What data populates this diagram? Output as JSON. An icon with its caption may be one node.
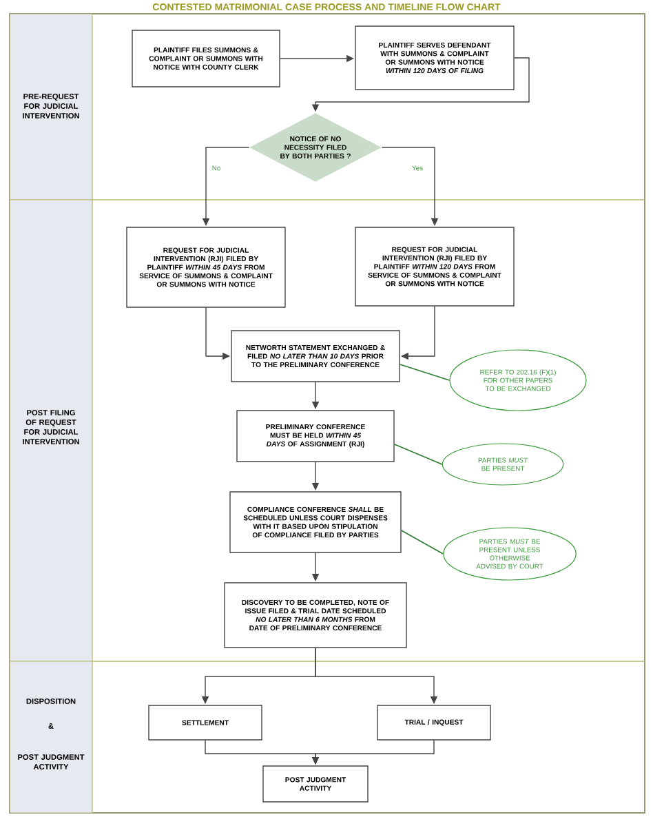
{
  "diagram": {
    "title": "CONTESTED MATRIMONIAL CASE PROCESS AND TIMELINE FLOW CHART",
    "nodes": [
      {
        "text": [
          "PRE-REQUEST FOR JUDICIAL INTERVENTION"
        ]
      },
      {
        "text": [
          "PLAINTIFF FILES SUMMONS & COMPLAINT OR SUMMONS WITH NOTICE WITH COUNTY CLERK"
        ],
        "in": 0
      },
      {
        "text": [
          "PLAINTIFF SERVES DEFENDANT WITH SUMMONS & COMPLAINT OR SUMMONS WITH NOTICE *WITHIN 120 DAYS OF FILING*"
        ],
        "in": 0
      },
      {
        "text": [
          "NOTICE OF NO NECESSITY FILED BY BOTH PARTIES ?"
        ],
        "in": 0
      },
      {
        "text": [
          "POST FILING OF REQUEST FOR JUDICIAL INTERVENTION"
        ]
      },
      {
        "text": [
          "REQUEST FOR JUDICIAL INTERVENTION (RJI) FILED BY PLAINTIFF *WITHIN 45 DAYS* FROM SERVICE OF SUMMONS & COMPLAINT OR SUMMONS WITH NOTICE"
        ],
        "in": 4
      },
      {
        "text": [
          "REQUEST FOR JUDICIAL INTERVENTION (RJI) FILED BY PLAINTIFF *WITHIN 120 DAYS* FROM SERVICE OF SUMMONS & COMPLAINT OR SUMMONS WITH NOTICE"
        ],
        "in": 4
      },
      {
        "text": [
          "NETWORTH STATEMENT EXCHANGED & FILED *NO LATER THAN 10 DAYS* PRIOR TO THE PRELIMINARY CONFERENCE"
        ],
        "in": 4
      },
      {
        "text": [
          "REFER TO 202.16 (F)(1) FOR OTHER PAPERS TO BE EXCHANGED"
        ],
        "in": 4
      },
      {
        "text": [
          "PRELIMINARY CONFERENCE MUST BE HELD *WITHIN 45 DAYS* OF ASSIGNMENT (RJI)"
        ],
        "in": 4
      },
      {
        "text": [
          "PARTIES *MUST* BE PRESENT"
        ],
        "in": 4
      },
      {
        "text": [
          "COMPLIANCE CONFERENCE *SHALL* BE SCHEDULED UNLESS COURT DISPENSES WITH IT BASED UPON STIPULATION OF COMPLIANCE FILED BY PARTIES"
        ],
        "in": 4
      },
      {
        "text": [
          "PARTIES *MUST* BE PRESENT UNLESS OTHERWISE ADVISED BY COURT"
        ],
        "in": 4
      },
      {
        "text": [
          "DISCOVERY TO BE COMPLETED, NOTE OF ISSUE FILED & TRIAL DATE SCHEDULED *NO LATER THAN 6 MONTHS* FROM DATE OF PRELIMINARY CONFERENCE"
        ],
        "in": 4
      },
      {
        "text": [
          "DISPOSITION",
          "&",
          "POST JUDGMENT ACTIVITY"
        ]
      },
      {
        "text": [
          "SETTLEMENT"
        ],
        "in": 14
      },
      {
        "text": [
          "TRIAL / INQUEST"
        ],
        "in": 14
      },
      {
        "text": [
          "POST JUDGMENT ACTIVITY"
        ],
        "in": 14
      }
    ],
    "edges": [
      {
        "from": 1,
        "to": 2,
        "arrow": "to"
      },
      {
        "from": 2,
        "to": 3,
        "arrow": "to"
      },
      {
        "from": 3,
        "to": 5,
        "arrow": "to",
        "label": "No"
      },
      {
        "from": 3,
        "to": 6,
        "arrow": "to",
        "label": "Yes"
      },
      {
        "from": 5,
        "to": 7,
        "arrow": "to"
      },
      {
        "from": 6,
        "to": 7,
        "arrow": "to"
      },
      {
        "from": 7,
        "to": 8,
        "arrow": "none",
        "color": "#2e7d32"
      },
      {
        "from": 7,
        "to": 9,
        "arrow": "to"
      },
      {
        "from": 9,
        "to": 10,
        "arrow": "none",
        "color": "#2e7d32"
      },
      {
        "from": 9,
        "to": 11,
        "arrow": "to"
      },
      {
        "from": 11,
        "to": 12,
        "arrow": "none",
        "color": "#2e7d32"
      },
      {
        "from": 11,
        "to": 13,
        "arrow": "to"
      },
      {
        "from": 13,
        "to": 15,
        "arrow": "to"
      },
      {
        "from": 13,
        "to": 16,
        "arrow": "to"
      },
      {
        "from": 15,
        "to": 17,
        "arrow": "to"
      },
      {
        "from": 16,
        "to": 17,
        "arrow": "to"
      }
    ]
  }
}
